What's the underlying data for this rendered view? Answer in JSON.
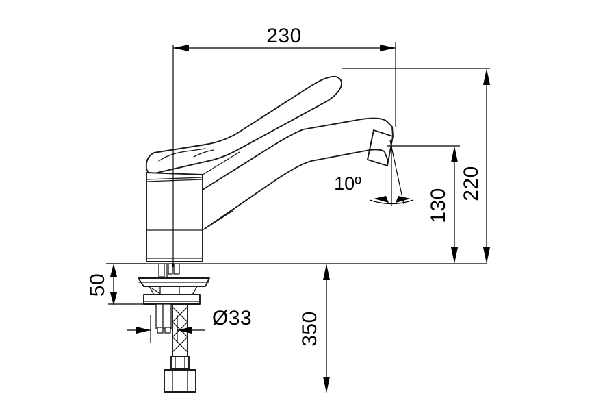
{
  "drawing": {
    "title": "Single-lever mixer tap dimensional drawing",
    "units": "mm",
    "line_color": "#1a1a1a",
    "background": "#ffffff"
  },
  "dimensions": {
    "spout_reach": {
      "label": "230",
      "name": "spout-reach-dimension",
      "orientation": "horizontal"
    },
    "overall_height": {
      "label": "220",
      "name": "overall-height-dimension",
      "orientation": "vertical"
    },
    "spout_height": {
      "label": "130",
      "name": "spout-height-dimension",
      "orientation": "vertical"
    },
    "deck_thickness": {
      "label": "50",
      "name": "deck-thickness-dimension",
      "orientation": "vertical"
    },
    "hose_length": {
      "label": "350",
      "name": "hose-length-dimension",
      "orientation": "vertical"
    },
    "hole_diameter": {
      "label": "Ø33",
      "name": "mounting-hole-diameter-dimension",
      "orientation": "horizontal"
    },
    "outlet_angle": {
      "label": "10º",
      "name": "outlet-angle-dimension",
      "orientation": "angular"
    }
  },
  "components": {
    "handle": "lever-handle",
    "body": "cylindrical-valve-body",
    "spout": "swivel-spout",
    "aerator": "spout-outlet-aerator",
    "escutcheon": "deck-mounting-flange",
    "shank": "threaded-shank",
    "hose": "braided-flexible-hose",
    "nut": "hose-connection-nut",
    "deck": "counter-deck-surface-line"
  }
}
